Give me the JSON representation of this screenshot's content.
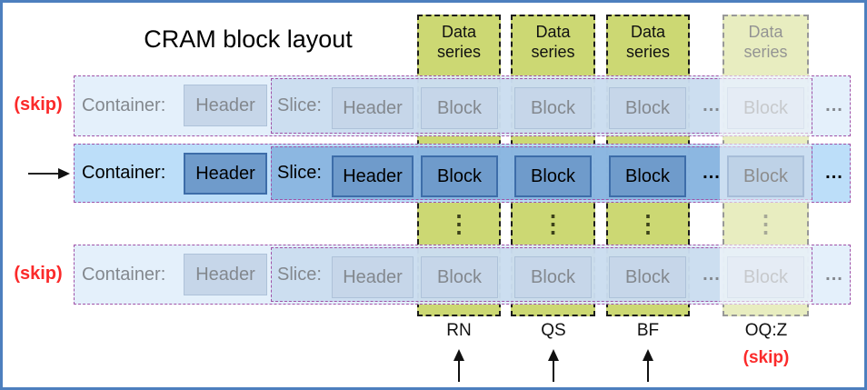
{
  "title": "CRAM block layout",
  "columns": [
    {
      "label": "Data series"
    },
    {
      "label": "Data series"
    },
    {
      "label": "Data series"
    },
    {
      "label": "Data series"
    }
  ],
  "dots_glyph": "⋮",
  "rows": [
    {
      "left_label": "(skip)",
      "container_label": "Container:",
      "container_header": "Header",
      "slice_label": "Slice:",
      "slice_header": "Header",
      "blocks": [
        "Block",
        "Block",
        "Block"
      ],
      "ellipsis": "...",
      "faded_block": "Block",
      "trailing_ellipsis": "..."
    },
    {
      "container_label": "Container:",
      "container_header": "Header",
      "slice_label": "Slice:",
      "slice_header": "Header",
      "blocks": [
        "Block",
        "Block",
        "Block"
      ],
      "ellipsis": "...",
      "faded_block": "Block",
      "trailing_ellipsis": "..."
    },
    {
      "left_label": "(skip)",
      "container_label": "Container:",
      "container_header": "Header",
      "slice_label": "Slice:",
      "slice_header": "Header",
      "blocks": [
        "Block",
        "Block",
        "Block"
      ],
      "ellipsis": "...",
      "faded_block": "Block",
      "trailing_ellipsis": "..."
    }
  ],
  "bottom": {
    "tags": [
      "RN",
      "QS",
      "BF",
      "OQ:Z"
    ],
    "skip_note": "(skip)"
  },
  "colors": {
    "frame_blue": "#4d7fbe",
    "series_green": "#ccd873",
    "row_skip_blue": "#e2edf9",
    "row_current_blue": "#bfdcf7",
    "block_blue": "#6f9bcb",
    "dashed_purple": "#a052a8",
    "skip_red": "#fb2a2a"
  }
}
